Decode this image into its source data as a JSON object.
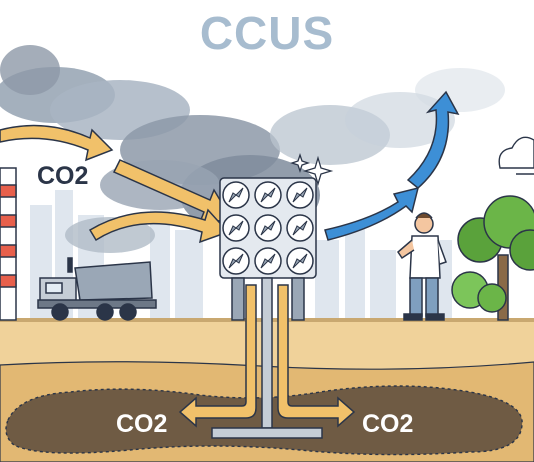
{
  "title": "CCUS",
  "labels": {
    "air_co2": "CO",
    "air_co2_sub": "2",
    "storage_left_co2": "CO",
    "storage_left_co2_sub": "2",
    "storage_right_co2": "CO",
    "storage_right_co2_sub": "2"
  },
  "icons": [
    "factory-chimney-icon",
    "dump-truck-icon",
    "direct-air-capture-fan-array-icon",
    "person-icon",
    "tree-icon",
    "cloud-icon",
    "sparkle-icon"
  ],
  "colors": {
    "title": "#a7bccf",
    "smoke": "#8d99a8",
    "co2_arrow": "#f1c16a",
    "clean_air_arrow": "#3d8fd6",
    "soil": "#e9c88c",
    "storage_reservoir": "#6f5b44"
  }
}
